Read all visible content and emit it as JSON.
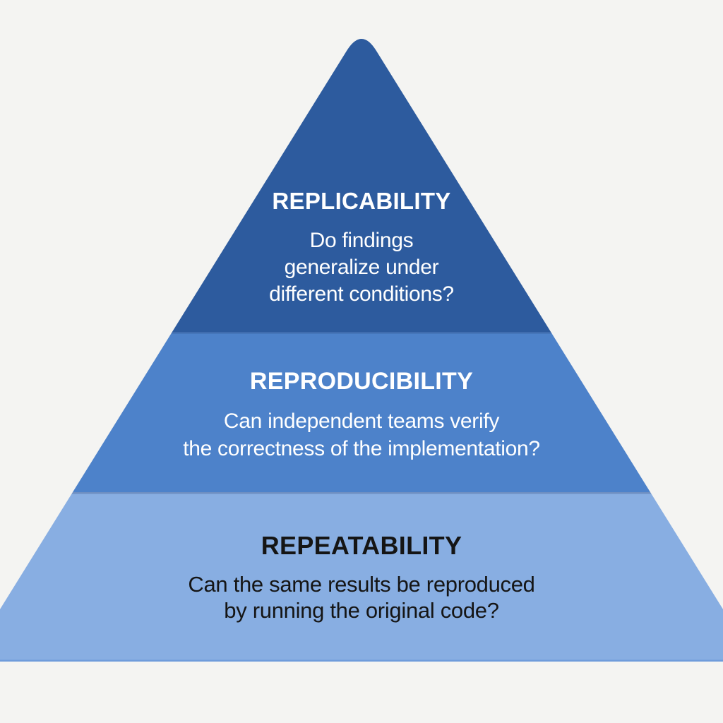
{
  "background_color": "#f4f4f2",
  "pyramid": {
    "tiers": [
      {
        "id": "replicability",
        "label": "REPLICABILITY",
        "question_lines": {
          "0": "Do findings",
          "1": "generalize under",
          "2": "different conditions?"
        },
        "fill": "#2d5b9e",
        "text_color": "#ffffff"
      },
      {
        "id": "reproducibility",
        "label": "REPRODUCIBILITY",
        "question_lines": {
          "0": "Can independent teams verify",
          "1": "the correctness of the implementation?"
        },
        "fill": "#4d82ca",
        "text_color": "#ffffff"
      },
      {
        "id": "repeatability",
        "label": "REPEATABILITY",
        "question_lines": {
          "0": "Can the same results be reproduced",
          "1": "by running the original code?"
        },
        "fill": "#88aee2",
        "text_color": "#151515"
      }
    ],
    "divider_shadow_color": "rgba(16,38,82,0.22)",
    "base_edge_color": "#6f9cdb"
  }
}
